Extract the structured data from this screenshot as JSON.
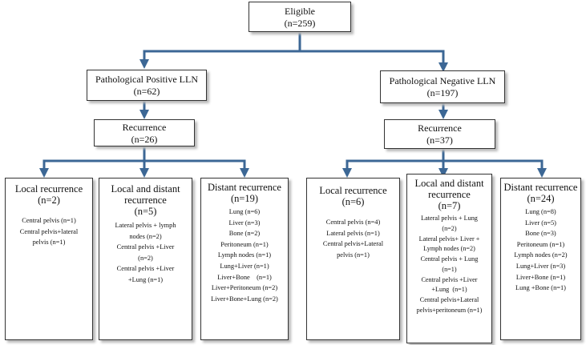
{
  "root": {
    "label": "Eligible",
    "count": "(n=259)"
  },
  "positive": {
    "label": "Pathological Positive LLN",
    "count": "(n=62)",
    "recurrence": {
      "label": "Recurrence",
      "count": "(n=26)"
    },
    "local": {
      "label": "Local recurrence",
      "count": "(n=2)",
      "items": [
        "Central pelvis (n=1)",
        "Central pelvis+lateral",
        "pelvis (n=1)"
      ]
    },
    "local_distant": {
      "label_line1": "Local and distant",
      "label_line2": "recurrence",
      "count": "(n=5)",
      "items": [
        "Lateral pelvis + lymph",
        "nodes (n=2)",
        "Central pelvis +Liver",
        "(n=2)",
        "Central pelvis +Liver",
        "+Lung (n=1)"
      ]
    },
    "distant": {
      "label": "Distant recurrence",
      "count": "(n=19)",
      "items": [
        "Lung (n=6)",
        "Liver (n=3)",
        "Bone (n=2)",
        "Peritoneum (n=1)",
        "Lymph nodes (n=1)",
        "Lung+Liver (n=1)",
        "Liver+Bone    (n=1)",
        "Liver+Peritoneum (n=2)",
        "Liver+Bone+Lung (n=2)"
      ]
    }
  },
  "negative": {
    "label": "Pathological Negative LLN",
    "count": "(n=197)",
    "recurrence": {
      "label": "Recurrence",
      "count": "(n=37)"
    },
    "local": {
      "label": "Local recurrence",
      "count": "(n=6)",
      "items": [
        "Central pelvis (n=4)",
        "Lateral pelvis (n=1)",
        "Central pelvis+Lateral",
        "pelvis (n=1)"
      ]
    },
    "local_distant": {
      "label_line1": "Local and distant",
      "label_line2": "recurrence",
      "count": "(n=7)",
      "items": [
        "Lateral pelvis + Lung",
        "(n=2)",
        "Lateral pelvis+ Liver +",
        "Lymph nodes (n=2)",
        "Central pelvis + Lung",
        "(n=1)",
        "Central pelvis +Liver",
        "+Lung  (n=1)",
        "Central pelvis+Lateral",
        "pelvis+peritoneum (n=1)"
      ]
    },
    "distant": {
      "label": "Distant recurrence",
      "count": "(n=24)",
      "items": [
        "Lung (n=8)",
        "Liver (n=5)",
        "Bone (n=3)",
        "Peritoneum (n=1)",
        "Lymph nodes (n=2)",
        "Lung+Liver (n=3)",
        "Liver+Bone (n=1)",
        "Lung +Bone (n=1)"
      ]
    }
  },
  "colors": {
    "arrow": "#3c6795",
    "border": "#333333",
    "shadow": "#b8b8b8"
  }
}
